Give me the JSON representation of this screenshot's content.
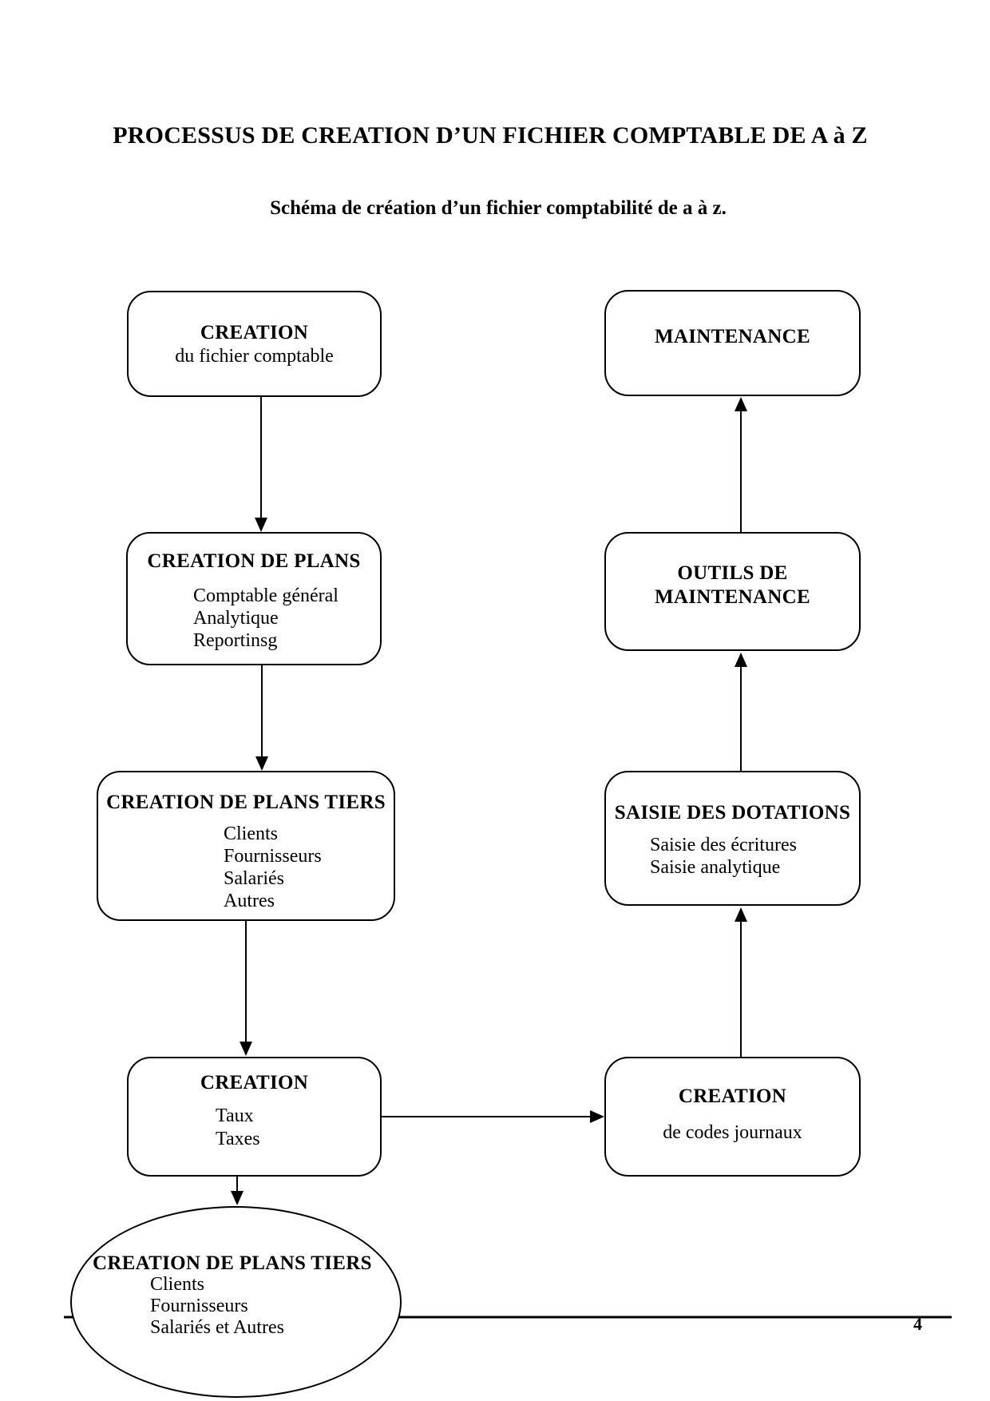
{
  "page": {
    "title": "PROCESSUS DE CREATION D’UN FICHIER COMPTABLE DE A à Z",
    "subtitle": "Schéma de création d’un fichier comptabilité de a à z.",
    "page_number": "4"
  },
  "colors": {
    "ink": "#000000",
    "background": "#ffffff"
  },
  "flowchart": {
    "creation_fichier": {
      "title": "CREATION",
      "subtitle": "du fichier comptable"
    },
    "creation_plans": {
      "title": "CREATION DE PLANS",
      "items": [
        "Comptable général",
        "Analytique",
        "Reportinsg"
      ]
    },
    "plans_tiers": {
      "title": "CREATION DE PLANS TIERS",
      "items": [
        "Clients",
        "Fournisseurs",
        "Salariés",
        "Autres"
      ]
    },
    "creation_taux": {
      "title": "CREATION",
      "items": [
        "Taux",
        "Taxes"
      ]
    },
    "plans_tiers_ellipse": {
      "title": "CREATION DE PLANS TIERS",
      "items": [
        "Clients",
        "Fournisseurs",
        "Salariés et Autres"
      ]
    },
    "maintenance": {
      "title": "MAINTENANCE"
    },
    "outils": {
      "title": "OUTILS DE\nMAINTENANCE"
    },
    "saisie": {
      "title": "SAISIE DES DOTATIONS",
      "items": [
        "Saisie des écritures",
        "Saisie analytique"
      ]
    },
    "creation_codes": {
      "title": "CREATION",
      "subtitle": "de codes journaux"
    }
  }
}
